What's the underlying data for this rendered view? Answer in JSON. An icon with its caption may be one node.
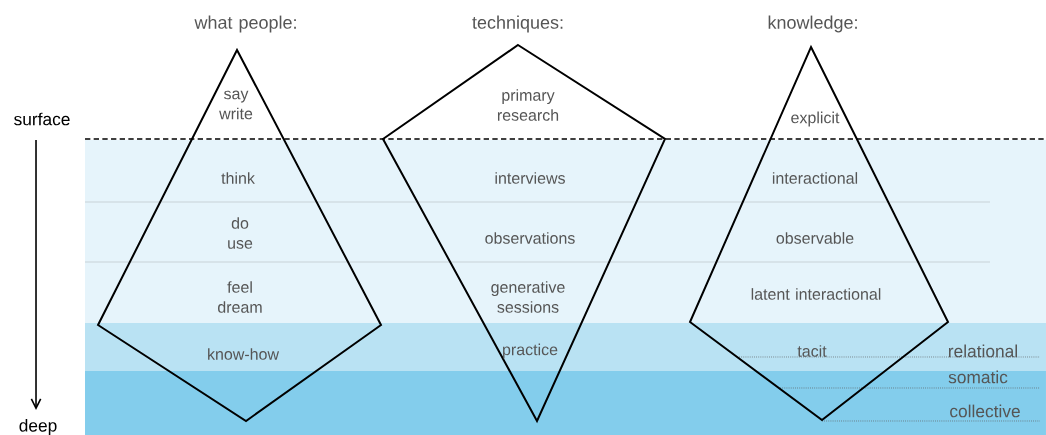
{
  "diagram": {
    "nodes": [
      {
        "text": [
          "what people:",
          "say write",
          "think",
          "do use",
          "feel dream",
          "know-how"
        ]
      },
      {
        "text": [
          "techniques:",
          "primary research",
          "interviews",
          "observations",
          "generative sessions",
          "practice"
        ]
      },
      {
        "text": [
          "knowledge:",
          "explicit",
          "interactional",
          "observable",
          "latent interactional",
          "tacit"
        ]
      }
    ],
    "labels": [
      "surface",
      "deep",
      "relational",
      "somatic",
      "collective"
    ]
  }
}
